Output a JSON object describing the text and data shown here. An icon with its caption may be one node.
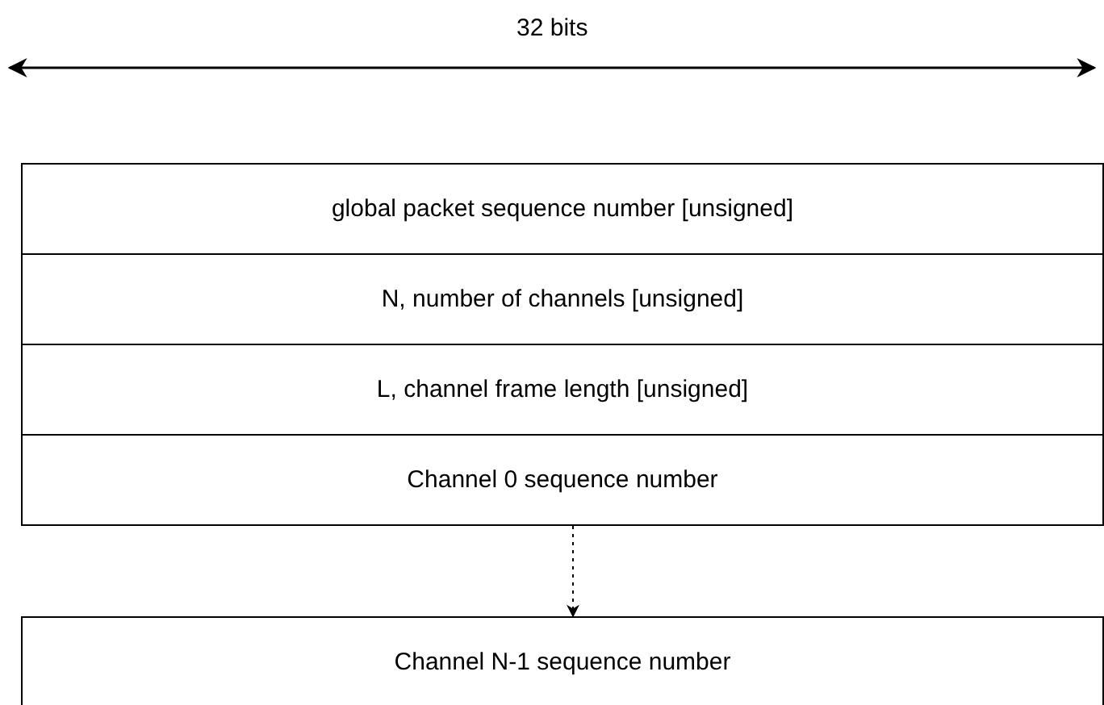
{
  "diagram": {
    "nodes": [
      {
        "text": [
          "global packet sequence number [unsigned]"
        ]
      },
      {
        "text": [
          "N, number of channels [unsigned]"
        ]
      },
      {
        "text": [
          "L, channel frame length [unsigned]"
        ]
      },
      {
        "text": [
          "Channel 0 sequence number"
        ]
      },
      {
        "text": [
          "Channel N-1 sequence number"
        ]
      }
    ],
    "edges": [
      {
        "from": 3,
        "to": 4,
        "arrow": "to",
        "style": "dashed"
      }
    ],
    "labels": [
      "32 bits"
    ]
  }
}
